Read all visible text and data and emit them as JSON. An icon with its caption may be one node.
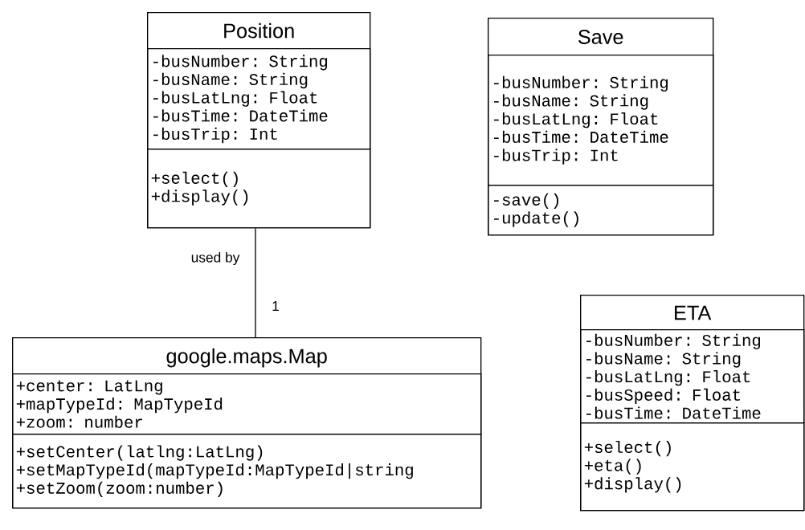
{
  "diagram": {
    "nodes": [
      {
        "text": [
          "Position"
        ]
      },
      {
        "text": [
          "-busNumber: String",
          "-busName: String",
          "-busLatLng: Float",
          "-busTime: DateTime",
          "-busTrip: Int"
        ],
        "in": 0
      },
      {
        "text": [
          "+select()",
          "+display()"
        ],
        "in": 0
      },
      {
        "text": [
          "Save"
        ]
      },
      {
        "text": [
          "-busNumber: String",
          "-busName: String",
          "-busLatLng: Float",
          "-busTime: DateTime",
          "-busTrip: Int"
        ],
        "in": 3
      },
      {
        "text": [
          "-save()",
          "-update()"
        ],
        "in": 3
      },
      {
        "text": [
          "google.maps.Map"
        ]
      },
      {
        "text": [
          "+center: LatLng",
          "+mapTypeId: MapTypeId",
          "+zoom: number"
        ],
        "in": 6
      },
      {
        "text": [
          "+setCenter(latlng:LatLng)",
          "+setMapTypeId(mapTypeId:MapTypeId|string",
          "+setZoom(zoom:number)"
        ],
        "in": 6
      },
      {
        "text": [
          "ETA"
        ]
      },
      {
        "text": [
          "-busNumber: String",
          "-busName: String",
          "-busLatLng: Float",
          "-busSpeed: Float",
          "-busTime: DateTime"
        ],
        "in": 9
      },
      {
        "text": [
          "+select()",
          "+eta()",
          "+display()"
        ],
        "in": 9
      }
    ],
    "edges": [
      {
        "from": 0,
        "to": 6,
        "arrow": "none",
        "label": "used by"
      }
    ],
    "labels": [
      "1"
    ]
  }
}
